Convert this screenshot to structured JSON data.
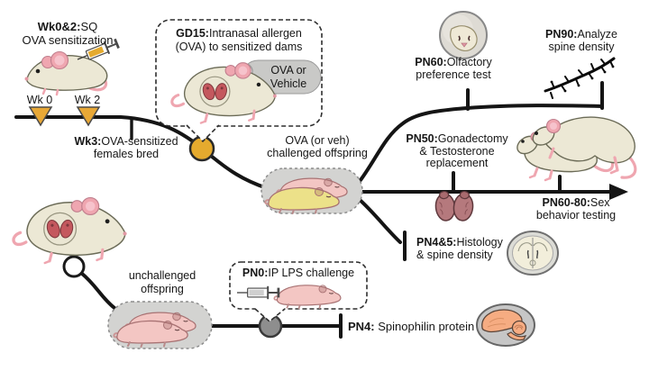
{
  "colors": {
    "line": "#151515",
    "triangle": "#e8a836",
    "node_yellow": "#e5aa2e",
    "node_gray": "#8e8e8e",
    "node_white": "#ffffff",
    "capsule_fill": "#d3d3d1",
    "bubble_fill": "#c9c9c7",
    "mouse_body": "#ece8d5",
    "mouse_pink": "#efa6b0",
    "pup_pink": "#f3c6c3",
    "pup_yellow": "#ece189",
    "testes": "#b5797d",
    "brain_orange": "#f6ac82",
    "brain_section": "#f2eedb"
  },
  "icons": [
    "mouse-with-syringe-icon",
    "pregnant-dam-icon",
    "syringe-icon",
    "pup-icon",
    "olfactory-test-icon",
    "dendrite-spines-icon",
    "mating-mice-icon",
    "testes-icon",
    "coronal-brain-section-icon",
    "sagittal-brain-icon",
    "triangle-marker-icon",
    "yellow-node-icon",
    "white-node-icon",
    "gray-node-icon",
    "ova-droplet-icon",
    "vehicle-droplet-icon"
  ],
  "labels": {
    "wk02": {
      "bold": "Wk0&2:",
      "rest": "SQ",
      "line2": "OVA sensitization"
    },
    "wk0": "Wk 0",
    "wk2": "Wk 2",
    "wk3": {
      "bold": "Wk3:",
      "rest": "OVA-sensitized",
      "line2": "females bred"
    },
    "gd15": {
      "bold": "GD15:",
      "rest": "Intranasal allergen",
      "line2": "(OVA) to sensitized dams"
    },
    "bubble": {
      "line1": "OVA  or",
      "line2": "Vehicle"
    },
    "challenged": {
      "line1": "OVA (or veh)",
      "line2": "challenged offspring"
    },
    "pn60": {
      "bold": "PN60:",
      "rest": "Olfactory",
      "line2": "preference test"
    },
    "pn90": {
      "bold": "PN90:",
      "rest": "Analyze",
      "line2": "spine density"
    },
    "pn50": {
      "bold": "PN50:",
      "rest": "Gonadectomy",
      "line2": "& Testosterone",
      "line3": "replacement"
    },
    "pn6080": {
      "bold": "PN60-80:",
      "rest": "Sex",
      "line2": "behavior testing"
    },
    "pn45": {
      "bold": "PN4&5:",
      "rest": "Histology",
      "line2": "& spine density"
    },
    "pn0": {
      "bold": "PN0:",
      "rest": "IP LPS challenge"
    },
    "pn4": {
      "bold": "PN4:",
      "rest": " Spinophilin protein"
    },
    "unchallenged": {
      "line1": "unchallenged",
      "line2": "offspring"
    }
  }
}
